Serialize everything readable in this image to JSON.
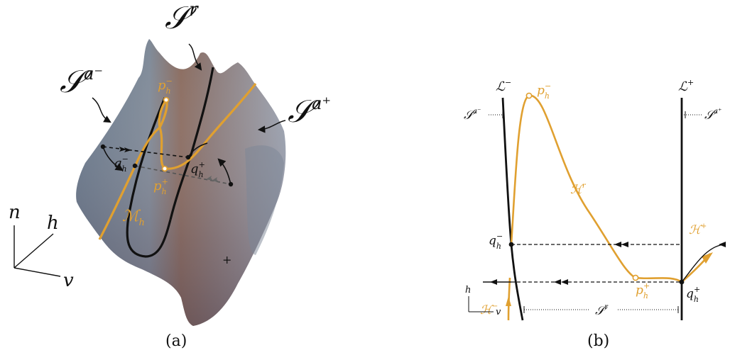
{
  "panel_a": {
    "caption": "(a)",
    "surface_labels": {
      "repelling": "𝒮",
      "repelling_sup": "r",
      "attracting_minus": "𝒮",
      "attracting_minus_sup": "a⁻",
      "attracting_plus": "𝒮",
      "attracting_plus_sup": "a⁺"
    },
    "point_labels": {
      "p_minus": "p",
      "p_minus_sub": "h",
      "p_minus_sup": "−",
      "p_plus": "p",
      "p_plus_sub": "h",
      "p_plus_sup": "+",
      "q_minus": "q",
      "q_minus_sub": "h",
      "q_minus_sup": "−",
      "q_plus": "q",
      "q_plus_sub": "h",
      "q_plus_sup": "+"
    },
    "manifold_label": "ℳ",
    "manifold_sub": "h",
    "axes": {
      "n": "n",
      "h": "h",
      "v": "v"
    },
    "cross_mark": "+",
    "colors": {
      "orange": "#e0a030",
      "surface_left": "#6f7e90",
      "surface_mid": "#8a6a5c",
      "surface_right": "#8e98a8"
    }
  },
  "panel_b": {
    "caption": "(b)",
    "line_labels": {
      "l_minus": "ℒ",
      "l_minus_sup": "−",
      "l_plus": "ℒ",
      "l_plus_sup": "+"
    },
    "region_labels": {
      "s_a_minus": "𝒮",
      "s_a_minus_sup": "a⁻",
      "s_a_plus": "𝒮",
      "s_a_plus_sup": "a⁺",
      "s_r": "𝒮",
      "s_r_sup": "r"
    },
    "curve_labels": {
      "h_r": "ℋ",
      "h_r_sup": "r",
      "h_plus": "ℋ",
      "h_plus_sup": "+",
      "h_minus": "ℋ",
      "h_minus_sup": "−"
    },
    "point_labels": {
      "p_minus": "p",
      "p_minus_sub": "h",
      "p_minus_sup": "−",
      "p_plus": "p",
      "p_plus_sub": "h",
      "p_plus_sup": "+",
      "q_minus": "q",
      "q_minus_sub": "h",
      "q_minus_sup": "−",
      "q_plus": "q",
      "q_plus_sub": "h",
      "q_plus_sup": "+"
    },
    "axes": {
      "h": "h",
      "v": "v"
    }
  }
}
